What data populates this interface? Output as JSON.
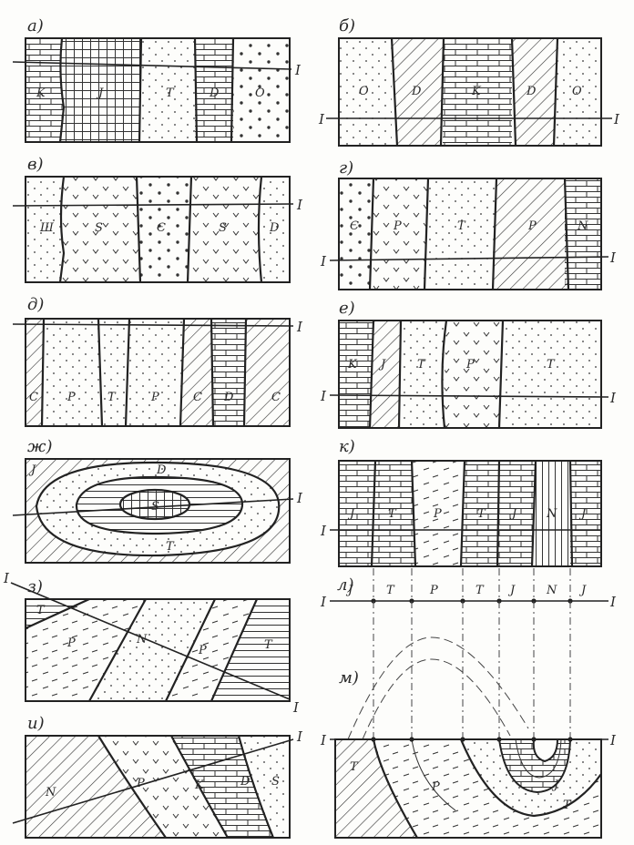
{
  "panels": [
    {
      "key": "a",
      "letter": "а)",
      "formations": [
        "K",
        "J",
        "T",
        "D",
        "O"
      ],
      "line_label_right": "I"
    },
    {
      "key": "b",
      "letter": "б)",
      "formations": [
        "O",
        "D",
        "K",
        "D",
        "O"
      ],
      "line_label_left": "I",
      "line_label_right": "I"
    },
    {
      "key": "v",
      "letter": "в)",
      "formations": [
        "Ш",
        "S",
        "Є",
        "S",
        "D"
      ],
      "line_label_right": "I"
    },
    {
      "key": "g",
      "letter": "г)",
      "formations": [
        "Є",
        "P",
        "T",
        "P",
        "N"
      ],
      "line_label_left": "I",
      "line_label_right": "I"
    },
    {
      "key": "d",
      "letter": "д)",
      "formations": [
        "C",
        "P",
        "T",
        "P",
        "C",
        "D",
        "C"
      ],
      "line_label_right": "I"
    },
    {
      "key": "e",
      "letter": "е)",
      "formations": [
        "K",
        "J",
        "T",
        "P",
        "T"
      ],
      "line_label_left": "I",
      "line_label_right": "I"
    },
    {
      "key": "zh",
      "letter": "ж)",
      "formations": [
        "J",
        "D",
        "S",
        "T"
      ],
      "line_label_right": "I"
    },
    {
      "key": "k",
      "letter": "к)",
      "formations": [
        "J",
        "T",
        "P",
        "T",
        "J",
        "N",
        "J"
      ],
      "line_label_left": "I"
    },
    {
      "key": "z",
      "letter": "з)",
      "formations": [
        "T",
        "P",
        "N",
        "P",
        "T"
      ],
      "line_label_left": "I",
      "line_label_right": "I"
    },
    {
      "key": "l",
      "letter": "л)",
      "formations": [
        "J",
        "T",
        "P",
        "T",
        "J",
        "N",
        "J"
      ],
      "line_label_left": "I",
      "line_label_right": "I"
    },
    {
      "key": "i",
      "letter": "и)",
      "formations": [
        "N",
        "P",
        "K",
        "D",
        "S"
      ],
      "line_label_right": "I"
    },
    {
      "key": "m",
      "letter": "м)",
      "formations": [
        "T",
        "P",
        "J",
        "T"
      ],
      "line_label_left": "I",
      "line_label_right": "I"
    }
  ]
}
